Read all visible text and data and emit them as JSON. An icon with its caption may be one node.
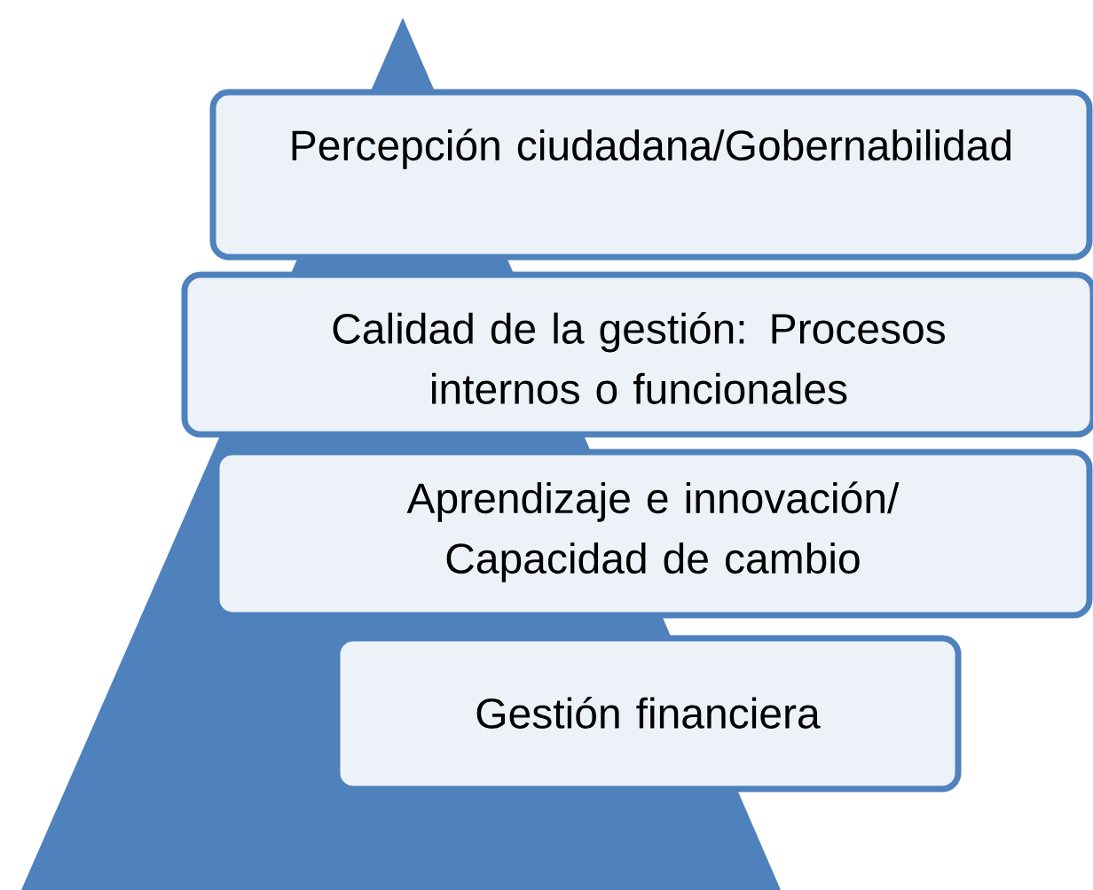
{
  "diagram": {
    "nodes": [
      {
        "text": [
          "Percepción ciudadana/Gobernabilidad"
        ]
      },
      {
        "text": [
          "Calidad de la gestión: Procesos internos o funcionales"
        ]
      },
      {
        "text": [
          "Aprendizaje e innovación/ Capacidad de cambio"
        ]
      },
      {
        "text": [
          "Gestión financiera"
        ]
      }
    ]
  }
}
